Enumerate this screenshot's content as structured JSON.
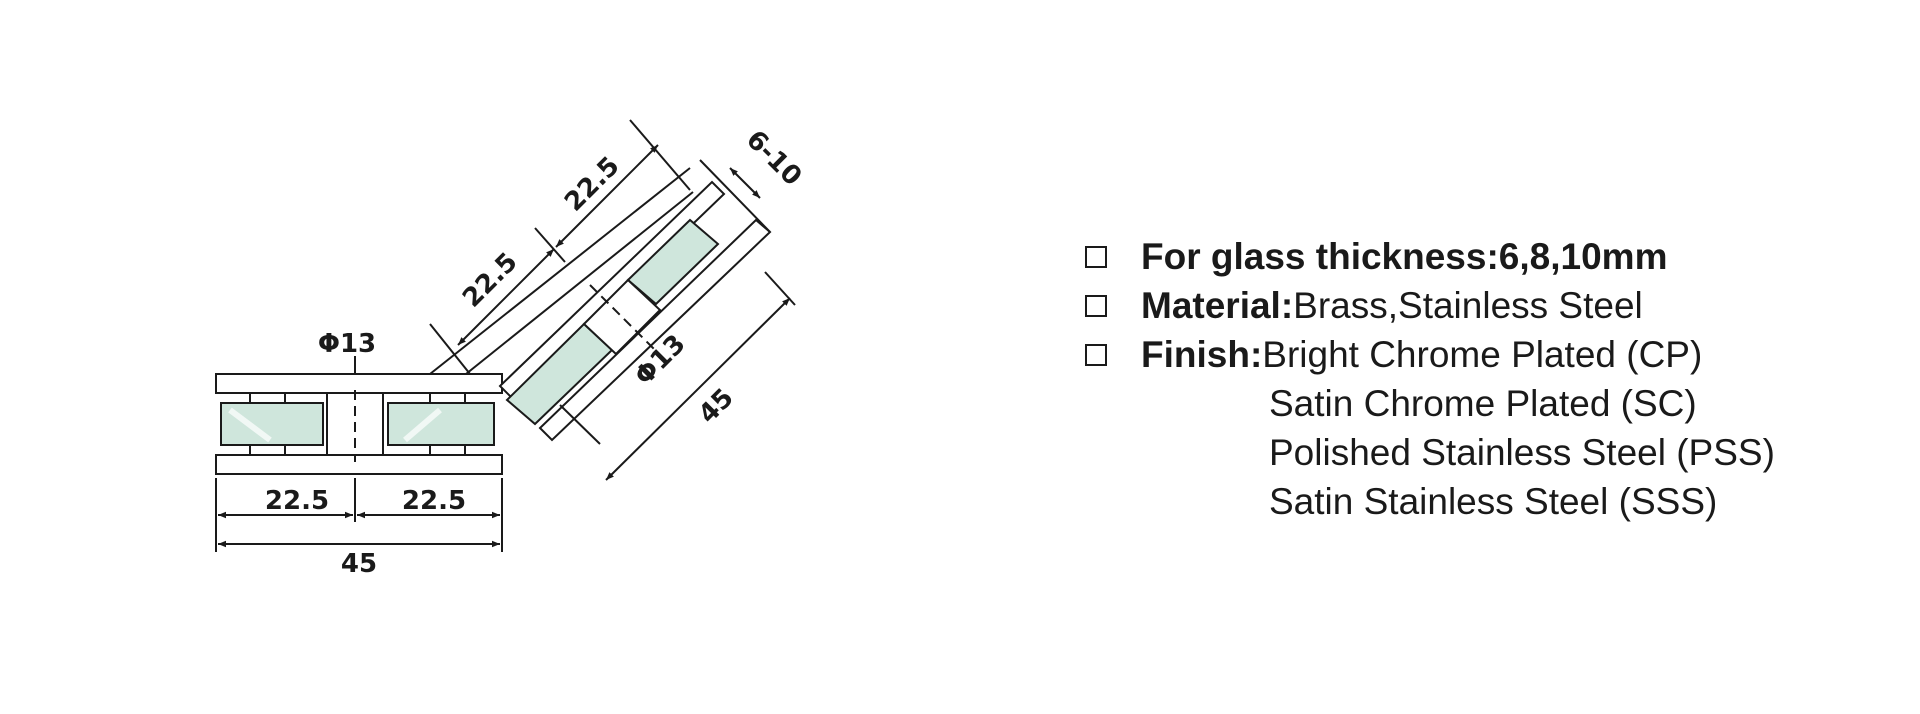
{
  "diagram": {
    "left_view": {
      "diameter_label": "Φ13",
      "half_left": "22.5",
      "half_right": "22.5",
      "total": "45"
    },
    "right_view": {
      "half_lower": "22.5",
      "half_upper": "22.5",
      "thickness": "6-10",
      "diameter_label": "Φ13",
      "total": "45"
    },
    "colors": {
      "glass": "#cfe6dc",
      "line": "#1a1a1a"
    }
  },
  "specs": {
    "glass": {
      "label": "For glass thickness:",
      "value": "6,8,10mm"
    },
    "material": {
      "label": "Material:",
      "value": "Brass,Stainless Steel"
    },
    "finish": {
      "label": "Finish:",
      "options": [
        "Bright Chrome Plated (CP)",
        "Satin Chrome Plated (SC)",
        "Polished Stainless Steel (PSS)",
        "Satin Stainless Steel (SSS)"
      ]
    }
  }
}
